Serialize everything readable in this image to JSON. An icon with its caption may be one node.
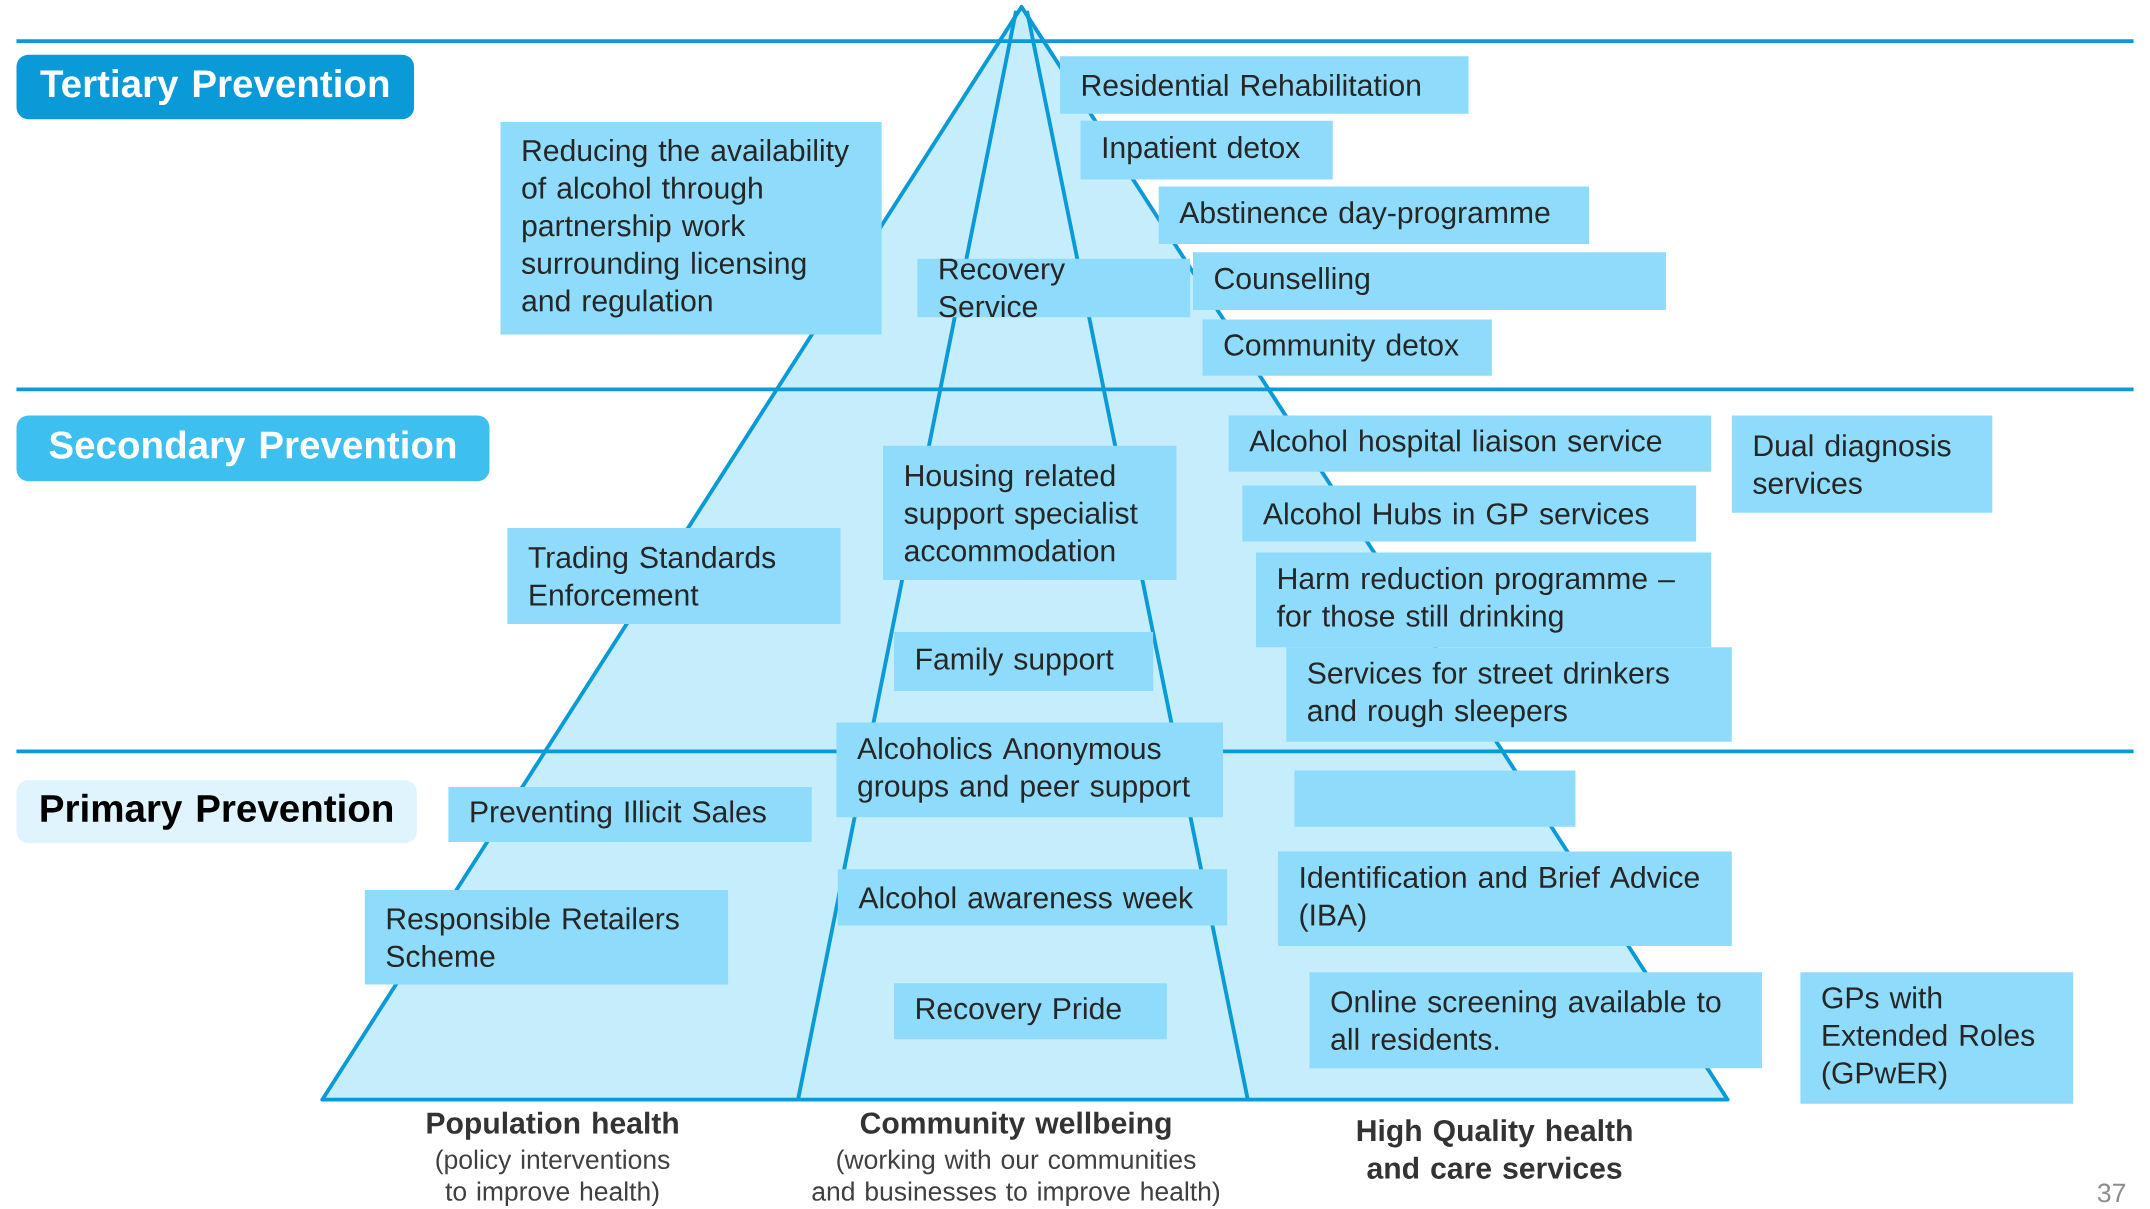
{
  "diagram": {
    "nodes": [
      {
        "text": [
          "Tertiary Prevention"
        ]
      },
      {
        "text": [
          "Secondary Prevention"
        ]
      },
      {
        "text": [
          "Primary Prevention"
        ]
      },
      {
        "text": [
          "Residential Rehabilitation"
        ]
      },
      {
        "text": [
          "Inpatient detox"
        ]
      },
      {
        "text": [
          "Reducing the availability of alcohol through partnership work surrounding licensing and regulation"
        ]
      },
      {
        "text": [
          "Abstinence day-programme"
        ]
      },
      {
        "text": [
          "Recovery Service"
        ]
      },
      {
        "text": [
          "Counselling"
        ]
      },
      {
        "text": [
          "Community detox"
        ]
      },
      {
        "text": [
          "Alcohol hospital liaison service"
        ]
      },
      {
        "text": [
          "Dual diagnosis services"
        ]
      },
      {
        "text": [
          "Housing related support specialist accommodation"
        ]
      },
      {
        "text": [
          "Alcohol Hubs in GP services"
        ]
      },
      {
        "text": [
          "Trading Standards Enforcement"
        ]
      },
      {
        "text": [
          "Harm reduction programme – for those still drinking"
        ]
      },
      {
        "text": [
          "Family support"
        ]
      },
      {
        "text": [
          "Services for street drinkers and rough sleepers"
        ]
      },
      {
        "text": [
          "Alcoholics Anonymous groups and peer support"
        ]
      },
      {
        "text": [],
        "shape": "box"
      },
      {
        "text": [
          "Preventing Illicit Sales"
        ]
      },
      {
        "text": [
          "Responsible Retailers Scheme"
        ]
      },
      {
        "text": [
          "Alcohol awareness week"
        ]
      },
      {
        "text": [
          "Identification and Brief Advice (IBA)"
        ]
      },
      {
        "text": [
          "Recovery Pride"
        ]
      },
      {
        "text": [
          "Online screening available to all residents."
        ]
      },
      {
        "text": [
          "GPs with Extended Roles (GPwER)"
        ]
      }
    ],
    "edges": [],
    "labels": [
      "Population health",
      "(policy interventions to improve health)",
      "Community wellbeing",
      "(working with our communities and businesses to improve health)",
      "High Quality health and care services",
      "37"
    ]
  }
}
